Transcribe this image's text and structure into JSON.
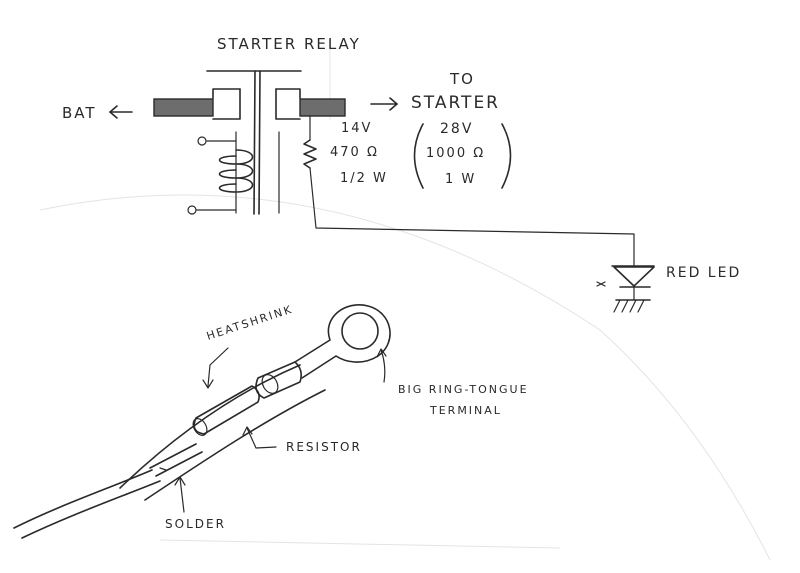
{
  "relay": {
    "title": "STARTER RELAY",
    "bat_label": "BAT",
    "to_label": "TO",
    "starter_label": "STARTER"
  },
  "resistor_14v": {
    "voltage": "14V",
    "ohms": "470 Ω",
    "watts": "1/2 W"
  },
  "resistor_28v": {
    "voltage": "28V",
    "ohms": "1000 Ω",
    "watts": "1 W"
  },
  "led": {
    "label": "RED LED"
  },
  "assembly": {
    "heatshrink_label": "HEATSHRINK",
    "terminal_label_line1": "BIG RING-TONGUE",
    "terminal_label_line2": "TERMINAL",
    "resistor_label": "RESISTOR",
    "solder_label": "SOLDER"
  }
}
